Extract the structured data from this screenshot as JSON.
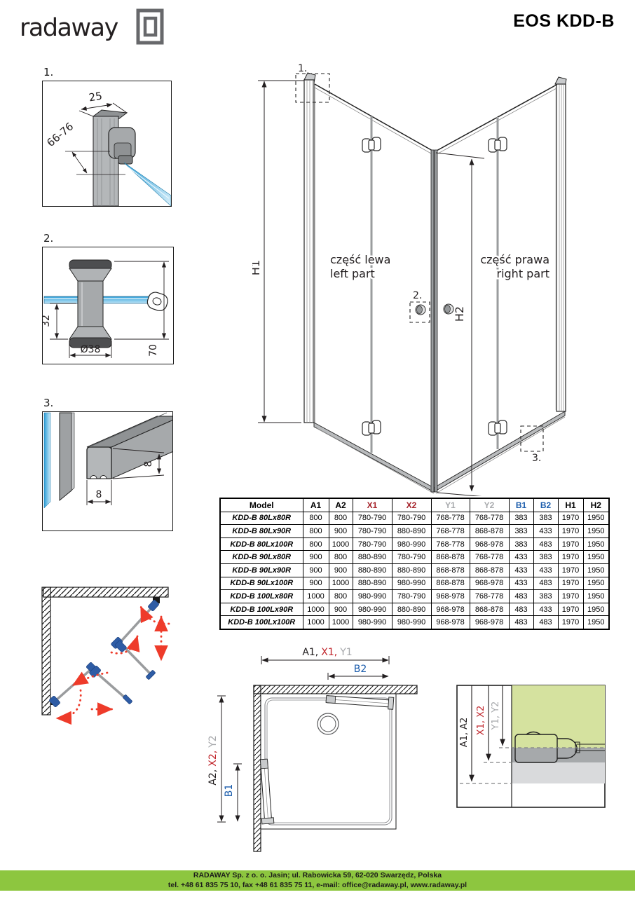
{
  "header": {
    "brand": "radaway",
    "title": "EOS KDD-B"
  },
  "colors": {
    "accent_red": "#a6242b",
    "drawing_red": "#c1272d",
    "accent_blue": "#1c5dac",
    "accent_gray": "#a7a9ac",
    "footer_green": "#8dc63f",
    "highlight_green": "#d5e29f",
    "glass_blue": "#2f9fd8",
    "arrow_red": "#ee3b2a",
    "hinge_blue": "#2e5ca5"
  },
  "details": {
    "d1": {
      "label": "1.",
      "width": "25",
      "depth": "66-76"
    },
    "d2": {
      "label": "2.",
      "height": "32",
      "diameter": "Ø38",
      "total": "70"
    },
    "d3": {
      "label": "3.",
      "width": "8",
      "height": "8"
    }
  },
  "main": {
    "h1": "H1",
    "h2": "H2",
    "callout1": "1.",
    "callout2": "2.",
    "callout3": "3.",
    "left_pl": "część lewa",
    "left_en": "left part",
    "right_pl": "część prawa",
    "right_en": "right part"
  },
  "table": {
    "headers": [
      "Model",
      "A1",
      "A2",
      "X1",
      "X2",
      "Y1",
      "Y2",
      "B1",
      "B2",
      "H1",
      "H2"
    ],
    "rows": [
      [
        "KDD-B 80Lx80R",
        "800",
        "800",
        "780-790",
        "780-790",
        "768-778",
        "768-778",
        "383",
        "383",
        "1970",
        "1950"
      ],
      [
        "KDD-B 80Lx90R",
        "800",
        "900",
        "780-790",
        "880-890",
        "768-778",
        "868-878",
        "383",
        "433",
        "1970",
        "1950"
      ],
      [
        "KDD-B 80Lx100R",
        "800",
        "1000",
        "780-790",
        "980-990",
        "768-778",
        "968-978",
        "383",
        "483",
        "1970",
        "1950"
      ],
      [
        "KDD-B 90Lx80R",
        "900",
        "800",
        "880-890",
        "780-790",
        "868-878",
        "768-778",
        "433",
        "383",
        "1970",
        "1950"
      ],
      [
        "KDD-B 90Lx90R",
        "900",
        "900",
        "880-890",
        "880-890",
        "868-878",
        "868-878",
        "433",
        "433",
        "1970",
        "1950"
      ],
      [
        "KDD-B 90Lx100R",
        "900",
        "1000",
        "880-890",
        "980-990",
        "868-878",
        "968-978",
        "433",
        "483",
        "1970",
        "1950"
      ],
      [
        "KDD-B 100Lx80R",
        "1000",
        "800",
        "980-990",
        "780-790",
        "968-978",
        "768-778",
        "483",
        "383",
        "1970",
        "1950"
      ],
      [
        "KDD-B 100Lx90R",
        "1000",
        "900",
        "980-990",
        "880-890",
        "968-978",
        "868-878",
        "483",
        "433",
        "1970",
        "1950"
      ],
      [
        "KDD-B 100Lx100R",
        "1000",
        "1000",
        "980-990",
        "980-990",
        "968-978",
        "968-978",
        "483",
        "483",
        "1970",
        "1950"
      ]
    ]
  },
  "plan": {
    "width_label": [
      "A1,",
      "X1,",
      "Y1"
    ],
    "b2": "B2",
    "depth_label": [
      "A2,",
      "X2,",
      "Y2"
    ],
    "b1": "B1"
  },
  "corner": {
    "a": "A1, A2",
    "x": "X1, X2",
    "y": "Y1, Y2"
  },
  "footer": {
    "line1": "RADAWAY Sp. z o. o. Jasin; ul. Rabowicka 59, 62-020 Swarzędz, Polska",
    "line2": "tel. +48 61 835 75 10, fax +48 61 835 75 11, e-mail: office@radaway.pl, www.radaway.pl"
  }
}
